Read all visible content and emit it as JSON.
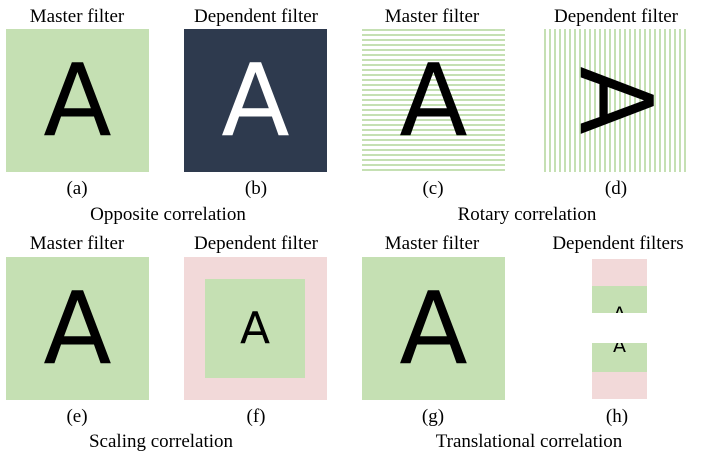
{
  "panels": [
    {
      "id": "a",
      "caption": "Master filter",
      "letter": "A",
      "label": "(a)"
    },
    {
      "id": "b",
      "caption": "Dependent filter",
      "letter": "A",
      "label": "(b)"
    },
    {
      "id": "c",
      "caption": "Master filter",
      "letter": "A",
      "label": "(c)"
    },
    {
      "id": "d",
      "caption": "Dependent filter",
      "letter": "A",
      "label": "(d)"
    },
    {
      "id": "e",
      "caption": "Master filter",
      "letter": "A",
      "label": "(e)"
    },
    {
      "id": "f",
      "caption": "Dependent filter",
      "letter": "A",
      "label": "(f)"
    },
    {
      "id": "g",
      "caption": "Master filter",
      "letter": "A",
      "label": "(g)"
    },
    {
      "id": "h",
      "caption": "Dependent filters",
      "letter": "A",
      "label": "(h)"
    }
  ],
  "groups": {
    "opposite": "Opposite correlation",
    "rotary": "Rotary correlation",
    "scaling": "Scaling correlation",
    "translational": "Translational correlation"
  },
  "colors": {
    "green": "#c5e0b3",
    "navy": "#2e3a4e",
    "pink": "#f2d9d9",
    "letter_dark": "#000000",
    "letter_light": "#ffffff"
  }
}
